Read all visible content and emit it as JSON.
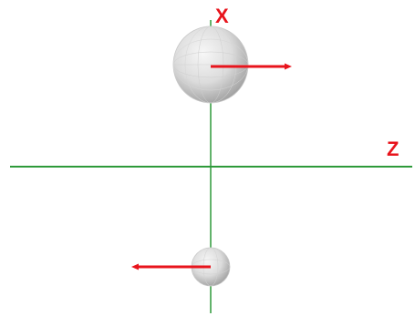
{
  "axes": {
    "x_label": "X",
    "z_label": "Z"
  },
  "colors": {
    "axis_line": "#2e9a3a",
    "axis_label": "#e8141c",
    "arrow": "#e8141c",
    "sphere_light": "#f7f7f7",
    "sphere_mid": "#d9d9d9",
    "sphere_dark": "#9d9d9d"
  },
  "spheres": [
    {
      "name": "large-sphere",
      "arrow_direction": "right"
    },
    {
      "name": "small-sphere",
      "arrow_direction": "left"
    }
  ]
}
